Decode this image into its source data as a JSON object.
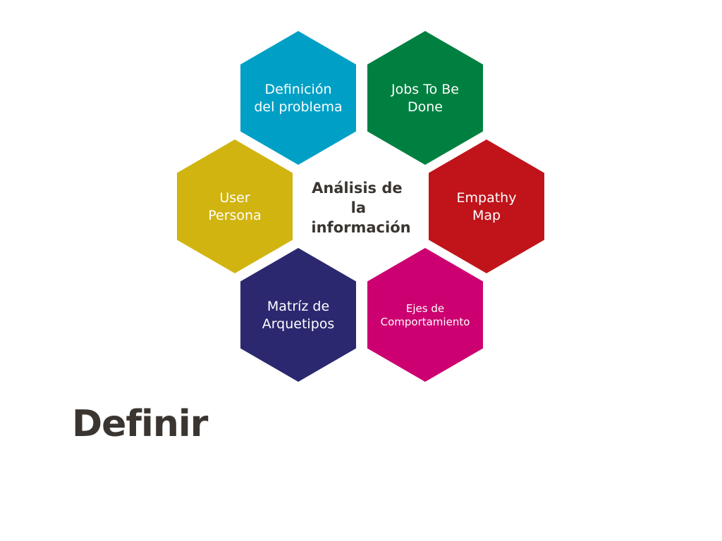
{
  "title": "Definir",
  "center": {
    "lines": [
      "Análisis de",
      "la",
      "información"
    ]
  },
  "hexagons": [
    {
      "id": "definicion-del-problema",
      "lines": [
        "Definición",
        "del problema"
      ],
      "color": "#00a0c6",
      "size": "normal"
    },
    {
      "id": "jobs-to-be-done",
      "lines": [
        "Jobs To Be",
        "Done"
      ],
      "color": "#008040",
      "size": "normal"
    },
    {
      "id": "empathy-map",
      "lines": [
        "Empathy",
        "Map"
      ],
      "color": "#c0141a",
      "size": "normal"
    },
    {
      "id": "ejes-de-comportamiento",
      "lines": [
        "Ejes de",
        "Comportamiento"
      ],
      "color": "#cc0070",
      "size": "small"
    },
    {
      "id": "matriz-de-arquetipos",
      "lines": [
        "Matríz de",
        "Arquetipos"
      ],
      "color": "#2b2870",
      "size": "normal"
    },
    {
      "id": "user-persona",
      "lines": [
        "User",
        "Persona"
      ],
      "color": "#d1b410",
      "size": "normal"
    }
  ]
}
